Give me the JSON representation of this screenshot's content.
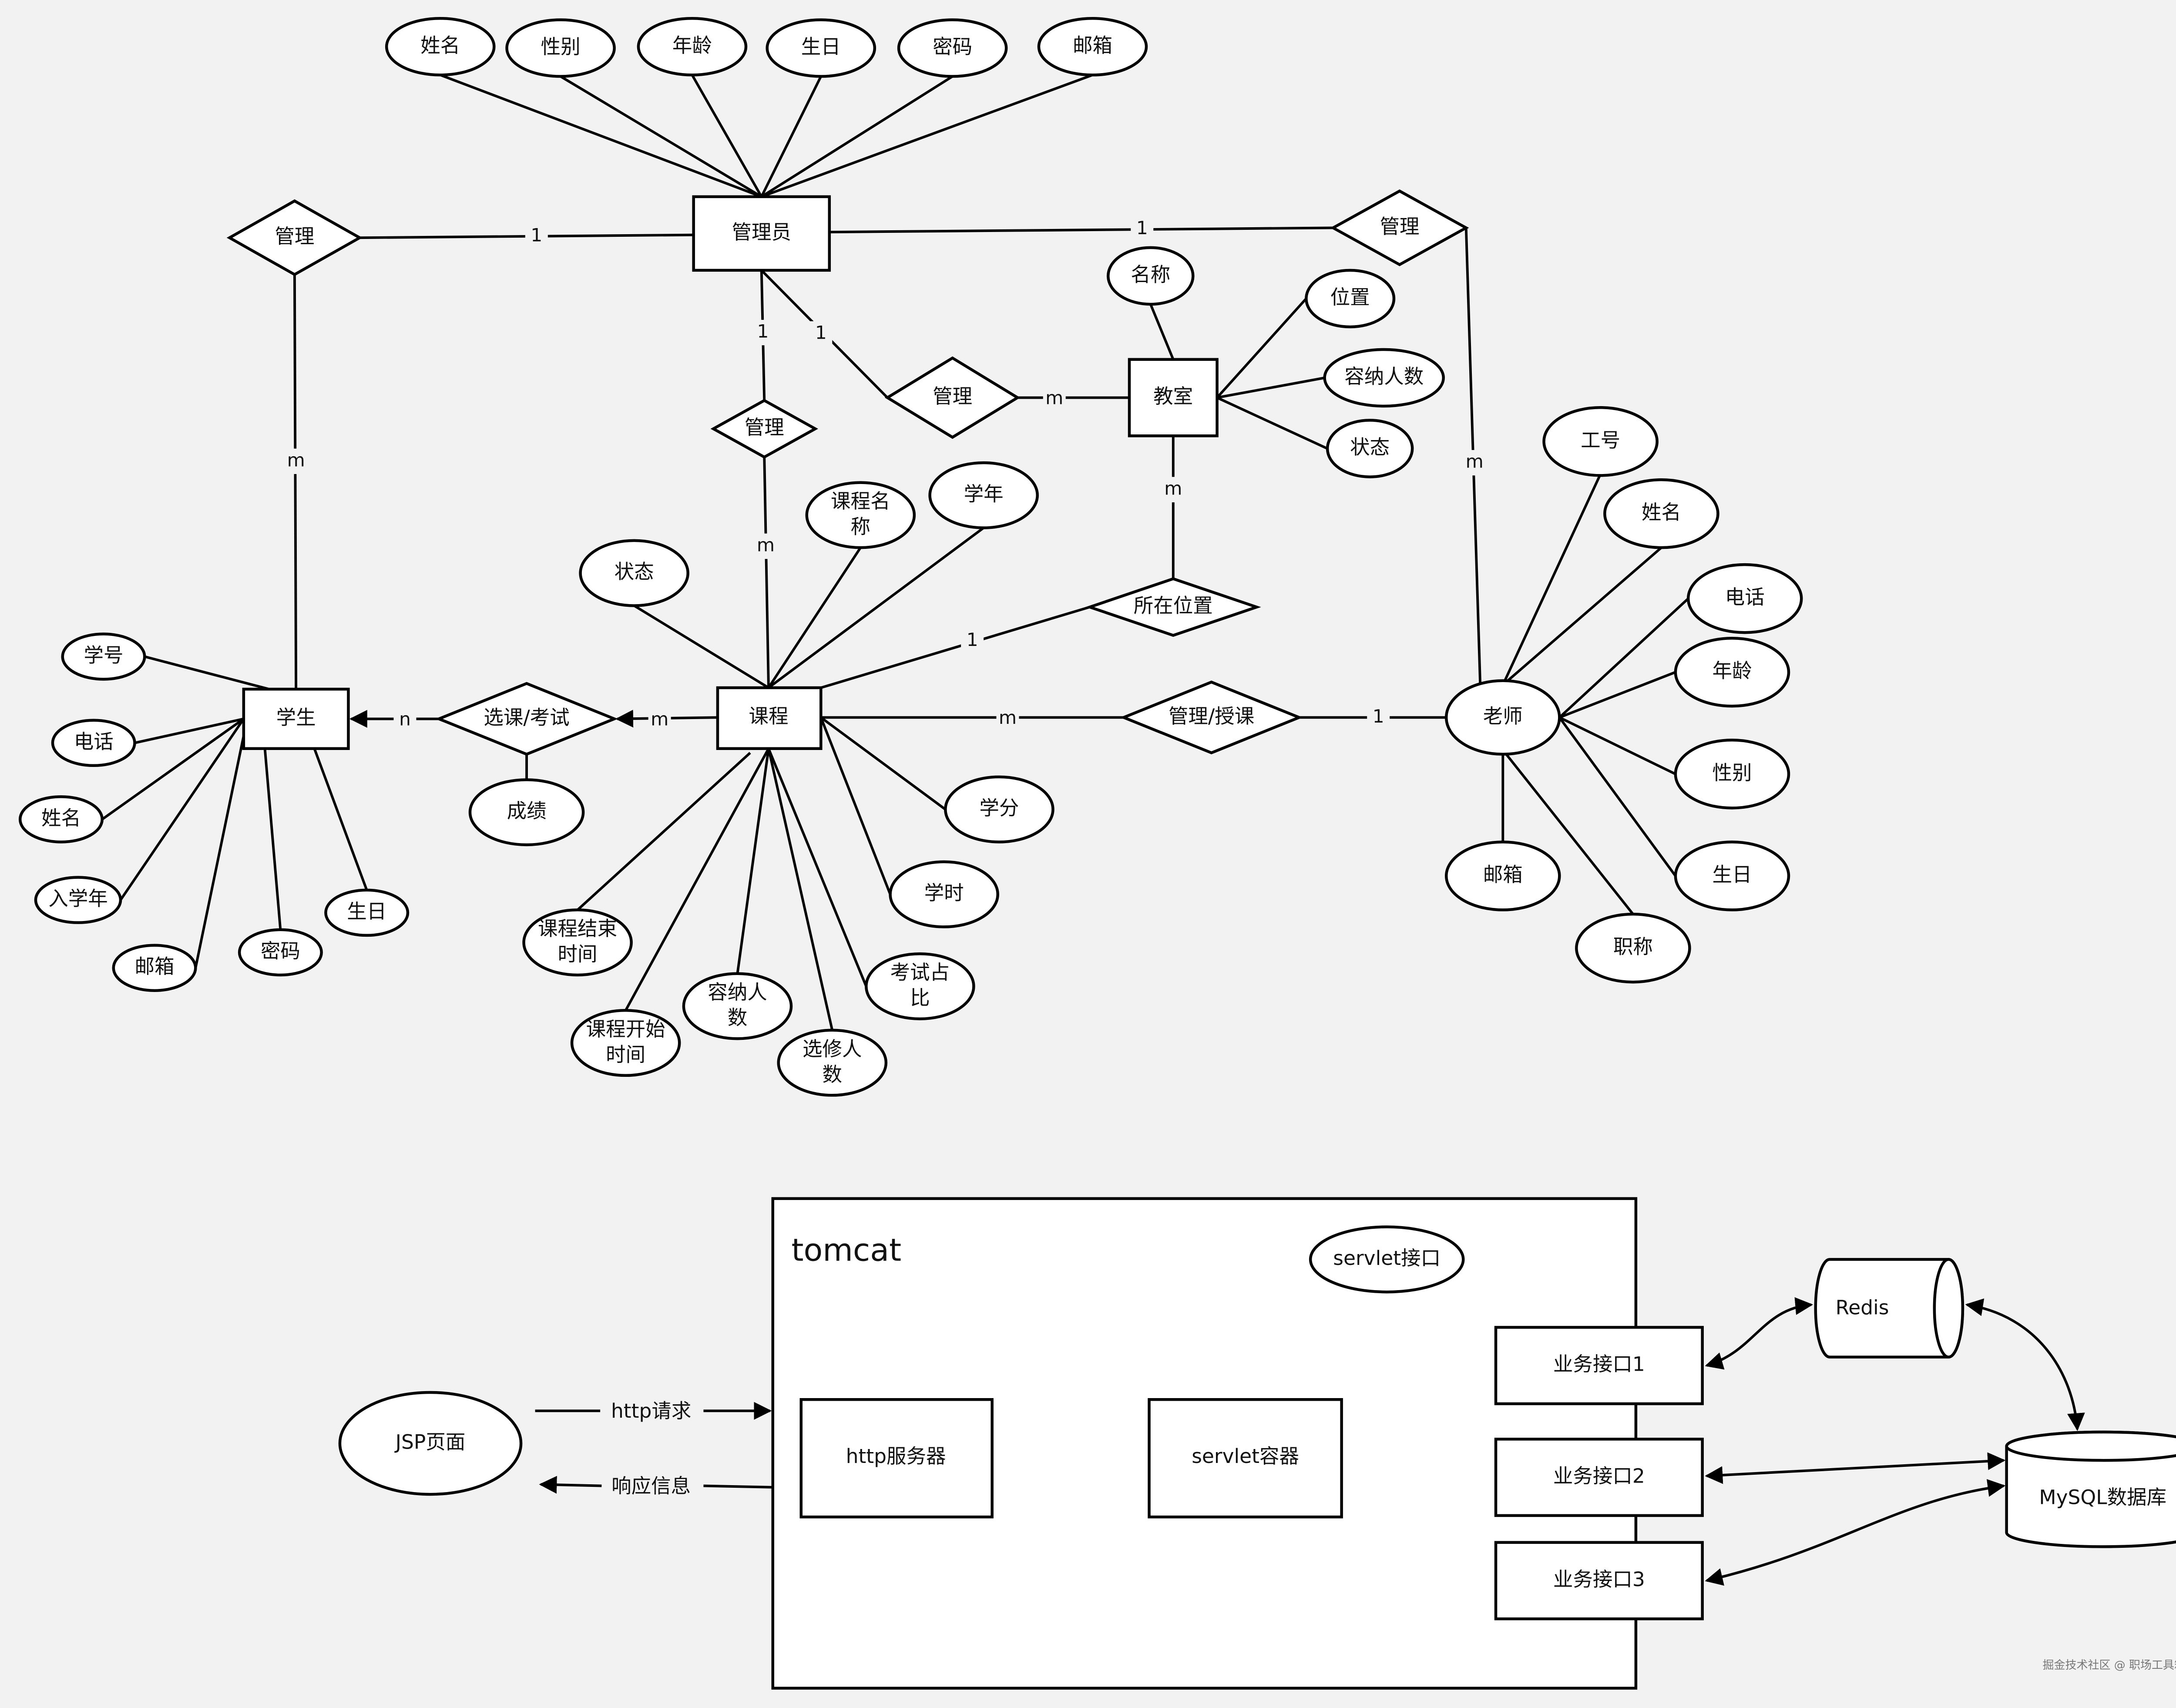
{
  "er": {
    "entities": {
      "admin": "管理员",
      "student": "学生",
      "course": "课程",
      "classroom": "教室",
      "teacher": "老师"
    },
    "relationships": {
      "admin_student": "管理",
      "admin_teacher": "管理",
      "admin_classroom": "管理",
      "admin_course": "管理",
      "location": "所在位置",
      "teach": "管理/授课",
      "select": "选课/考试"
    },
    "admin_attributes": [
      "姓名",
      "性别",
      "年龄",
      "生日",
      "密码",
      "邮箱"
    ],
    "classroom_attributes": [
      "名称",
      "位置",
      "容纳人数",
      "状态"
    ],
    "teacher_attributes": [
      "工号",
      "姓名",
      "电话",
      "年龄",
      "性别",
      "生日",
      "职称",
      "邮箱"
    ],
    "course_attributes": [
      "状态",
      "课程名称",
      "学年",
      "学分",
      "学时",
      "考试占比",
      "选修人数",
      "容纳人数",
      "课程开始时间",
      "课程结束时间"
    ],
    "student_attributes": [
      "学号",
      "电话",
      "姓名",
      "入学年",
      "邮箱",
      "密码",
      "生日"
    ],
    "select_attribute": "成绩",
    "cardinalities": {
      "admin_student_admin": "1",
      "admin_student_student": "m",
      "admin_teacher_admin": "1",
      "admin_teacher_teacher": "m",
      "admin_course_admin": "1",
      "admin_course_course": "m",
      "admin_classroom_admin": "1",
      "admin_classroom_classroom": "m",
      "location_classroom": "m",
      "location_course": "1",
      "teach_course": "m",
      "teach_teacher": "1",
      "select_course": "m",
      "select_student": "n"
    }
  },
  "arch": {
    "container_label": "tomcat",
    "jsp": "JSP页面",
    "http_request": "http请求",
    "response": "响应信息",
    "http_server": "http服务器",
    "servlet_container": "servlet容器",
    "servlet_interface": "servlet接口",
    "services": [
      "业务接口1",
      "业务接口2",
      "业务接口3"
    ],
    "redis": "Redis",
    "mysql": "MySQL数据库"
  },
  "watermark": "掘金技术社区 @ 职场工具箱"
}
